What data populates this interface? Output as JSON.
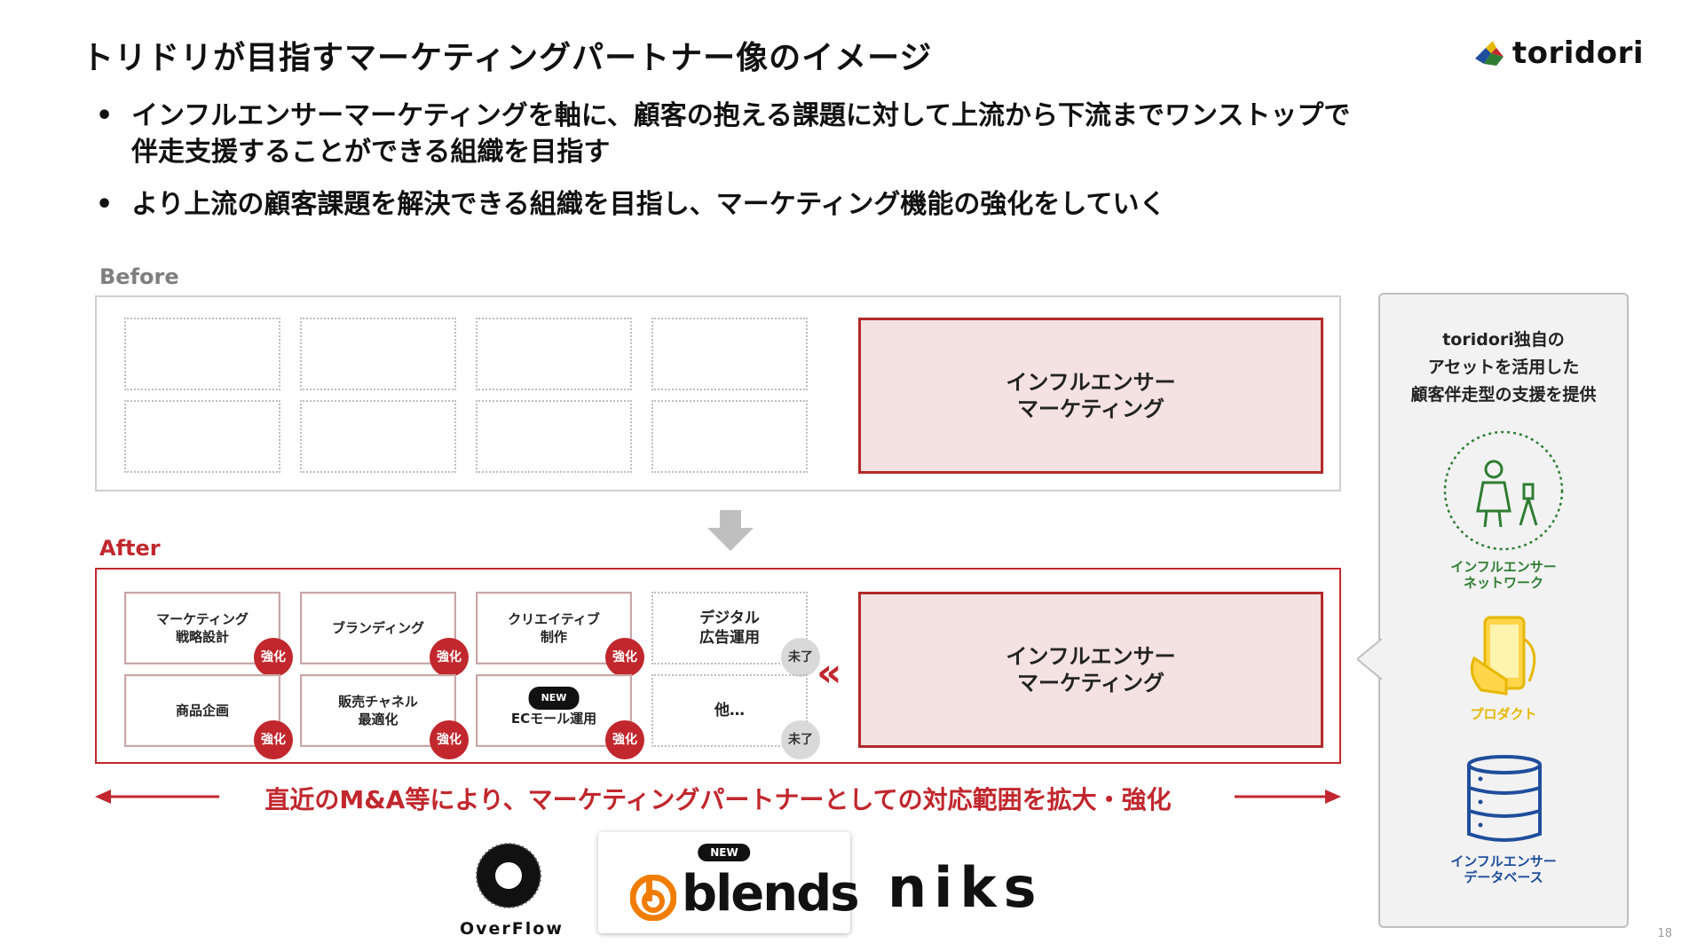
{
  "title": "トリドリが目指すマーケティングパートナー像のイメージ",
  "logo": {
    "text": "toridori"
  },
  "bullets": [
    {
      "marker": "•",
      "line1": "インフルエンサーマーケティングを軸に、顧客の抱える課題に対して上流から下流までワンストップで",
      "line2": "伴走支援することができる組織を目指す"
    },
    {
      "marker": "•",
      "line1": "より上流の顧客課題を解決できる組織を目指し、マーケティング機能の強化をしていく",
      "line2": ""
    }
  ],
  "before": {
    "label": "Before",
    "main_box": {
      "line1": "インフルエンサー",
      "line2": "マーケティング"
    }
  },
  "after": {
    "label": "After",
    "cells": [
      {
        "line1": "マーケティング",
        "line2": "戦略設計",
        "badge": "強化",
        "badge_type": "red",
        "new": ""
      },
      {
        "line1": "ブランディング",
        "line2": "",
        "badge": "強化",
        "badge_type": "red",
        "new": ""
      },
      {
        "line1": "クリエイティブ",
        "line2": "制作",
        "badge": "強化",
        "badge_type": "red",
        "new": ""
      },
      {
        "line1": "デジタル",
        "line2": "広告運用",
        "badge": "未了",
        "badge_type": "gray",
        "new": ""
      },
      {
        "line1": "商品企画",
        "line2": "",
        "badge": "強化",
        "badge_type": "red",
        "new": ""
      },
      {
        "line1": "販売チャネル",
        "line2": "最適化",
        "badge": "強化",
        "badge_type": "red",
        "new": ""
      },
      {
        "line1": "ECモール運用",
        "line2": "",
        "badge": "強化",
        "badge_type": "red",
        "new": "NEW"
      },
      {
        "line1": "他…",
        "line2": "",
        "badge": "未了",
        "badge_type": "gray",
        "new": ""
      }
    ],
    "chevrons": "«",
    "main_box": {
      "line1": "インフルエンサー",
      "line2": "マーケティング"
    }
  },
  "expansion_text": "直近のM&A等により、マーケティングパートナーとしての対応範囲を拡大・強化",
  "brands": {
    "overflow": "OverFlow",
    "blends": "blends",
    "blends_new": "NEW",
    "niks": "niks"
  },
  "side_panel": {
    "title_lines": [
      "toridori独自の",
      "アセットを活用した",
      "顧客伴走型の支援を提供"
    ],
    "items": [
      {
        "line1": "インフルエンサー",
        "line2": "ネットワーク",
        "color": "#2e7d32",
        "icon": "influencer-network-icon"
      },
      {
        "line1": "プロダクト",
        "line2": "",
        "color": "#e6b800",
        "icon": "smartphone-icon"
      },
      {
        "line1": "インフルエンサー",
        "line2": "データベース",
        "color": "#1f4e9c",
        "icon": "database-icon"
      }
    ]
  },
  "page_number": "18",
  "colors": {
    "accent_red": "#c1272d",
    "pink_fill": "#f4e1e1",
    "gray_text": "#7f7f7f"
  }
}
